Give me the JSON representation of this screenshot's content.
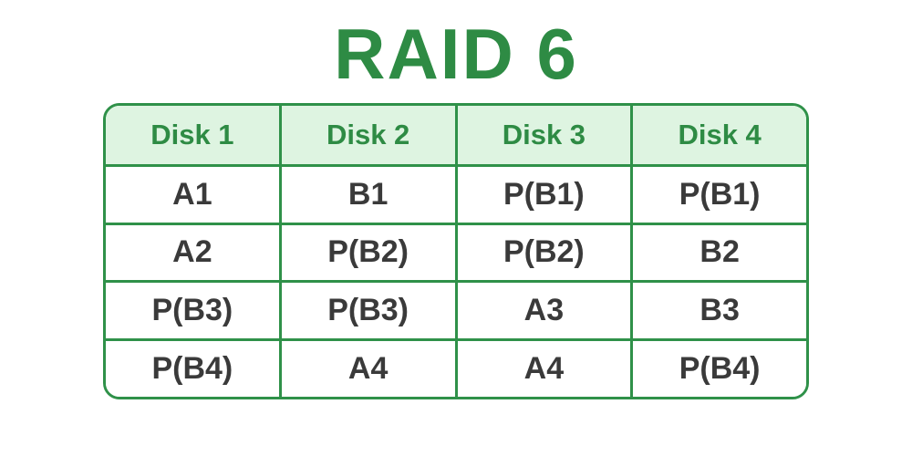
{
  "title": "RAID 6",
  "colors": {
    "accent_green": "#2e8b44",
    "border_green": "#2f9149",
    "header_bg": "#def4e1",
    "cell_text": "#3a3a3a"
  },
  "table": {
    "headers": [
      "Disk 1",
      "Disk 2",
      "Disk 3",
      "Disk 4"
    ],
    "rows": [
      [
        "A1",
        "B1",
        "P(B1)",
        "P(B1)"
      ],
      [
        "A2",
        "P(B2)",
        "P(B2)",
        "B2"
      ],
      [
        "P(B3)",
        "P(B3)",
        "A3",
        "B3"
      ],
      [
        "P(B4)",
        "A4",
        "A4",
        "P(B4)"
      ]
    ]
  }
}
